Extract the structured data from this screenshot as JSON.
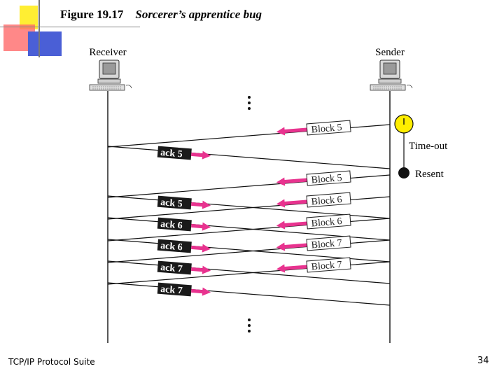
{
  "title": {
    "figure_label": "Figure 19.17",
    "caption": "Sorcerer’s apprentice bug"
  },
  "diagram": {
    "receiver_label": "Receiver",
    "sender_label": "Sender",
    "timeout_label": "Time-out",
    "resent_label": "Resent",
    "messages": [
      {
        "label": "Block 5",
        "direction": "to-receiver"
      },
      {
        "label": "ack 5",
        "direction": "to-sender"
      },
      {
        "label": "Block 5",
        "direction": "to-receiver"
      },
      {
        "label": "ack 5",
        "direction": "to-sender"
      },
      {
        "label": "Block 6",
        "direction": "to-receiver"
      },
      {
        "label": "ack 6",
        "direction": "to-sender"
      },
      {
        "label": "Block 6",
        "direction": "to-receiver"
      },
      {
        "label": "ack 6",
        "direction": "to-sender"
      },
      {
        "label": "Block 7",
        "direction": "to-receiver"
      },
      {
        "label": "ack 7",
        "direction": "to-sender"
      },
      {
        "label": "Block 7",
        "direction": "to-receiver"
      },
      {
        "label": "ack 7",
        "direction": "to-sender"
      }
    ],
    "colors": {
      "arrow": "#e8338f",
      "clock": "#ffee00",
      "label_bg": "#1a1a1a"
    }
  },
  "footer": {
    "suite": "TCP/IP Protocol Suite",
    "page": "34"
  }
}
